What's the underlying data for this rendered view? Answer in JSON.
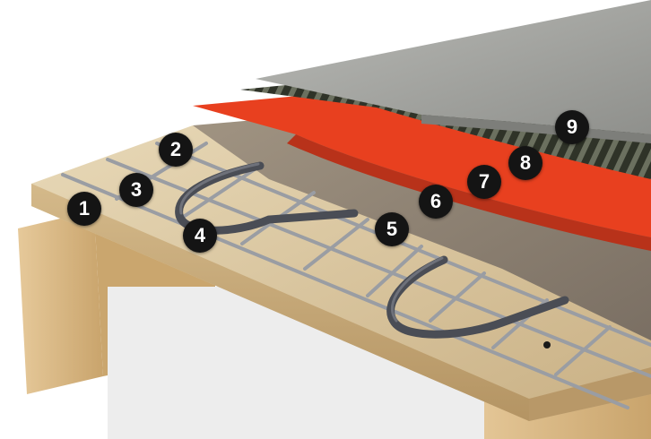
{
  "labels": [
    "1",
    "2",
    "3",
    "4",
    "5",
    "6",
    "7",
    "8",
    "9"
  ],
  "colors": {
    "badge": "#141414",
    "badge_text": "#ffffff",
    "membrane": "#e8401f",
    "mat": "#2f3328",
    "tile": "#a9aaa6",
    "screed": "#8a7f73",
    "board": "#d9c7a3",
    "cable": "#4a4d55",
    "mesh": "#9a9da3"
  }
}
